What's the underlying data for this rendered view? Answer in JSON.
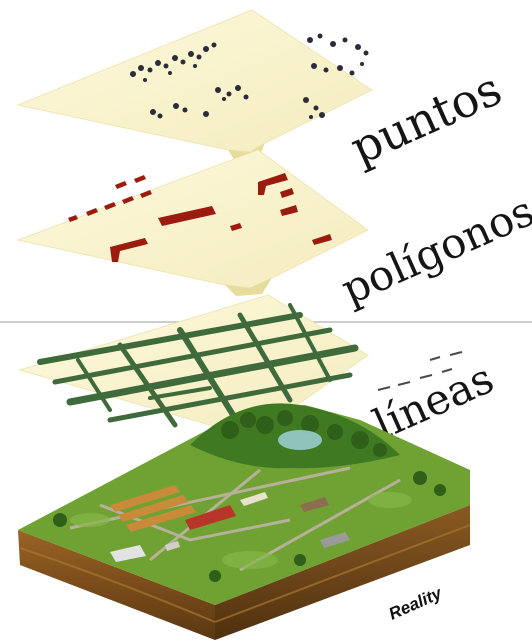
{
  "labels": {
    "points": "puntos",
    "polygons": "polígonos",
    "lines": "líneas",
    "reality": "Reality"
  },
  "colors": {
    "plane": "#fbf6d2",
    "plane_edge": "#e9e1a6",
    "point": "#2b2b3a",
    "polygon": "#9c1b0f",
    "line": "#3f6a3b",
    "grass": "#6fa232",
    "soil": "#8a5a22"
  }
}
